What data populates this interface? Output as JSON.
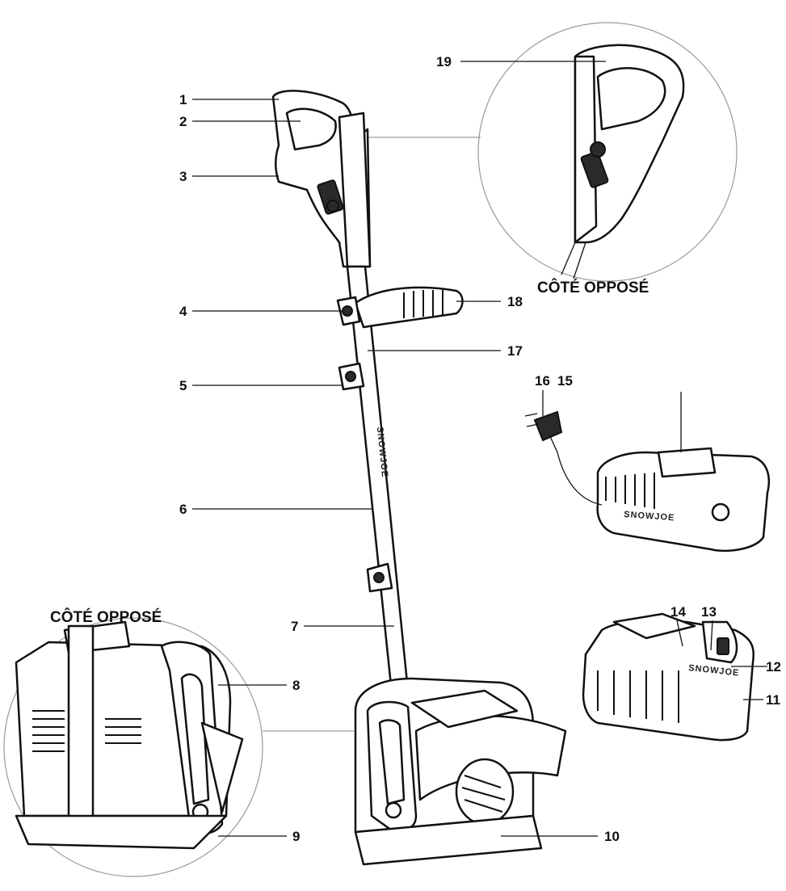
{
  "side_labels": {
    "top_detail": "CÔTÉ OPPOSÉ",
    "bottom_detail": "CÔTÉ OPPOSÉ"
  },
  "brand": {
    "shaft": "SNOWJOE",
    "charger": "SNOWJOE",
    "battery": "SNOWJOE"
  },
  "callouts": [
    {
      "id": "1",
      "label": "1"
    },
    {
      "id": "2",
      "label": "2"
    },
    {
      "id": "3",
      "label": "3"
    },
    {
      "id": "4",
      "label": "4"
    },
    {
      "id": "5",
      "label": "5"
    },
    {
      "id": "6",
      "label": "6"
    },
    {
      "id": "7",
      "label": "7"
    },
    {
      "id": "8",
      "label": "8"
    },
    {
      "id": "9",
      "label": "9"
    },
    {
      "id": "10",
      "label": "10"
    },
    {
      "id": "11",
      "label": "11"
    },
    {
      "id": "12",
      "label": "12"
    },
    {
      "id": "13",
      "label": "13"
    },
    {
      "id": "14",
      "label": "14"
    },
    {
      "id": "15",
      "label": "15"
    },
    {
      "id": "16",
      "label": "16"
    },
    {
      "id": "17",
      "label": "17"
    },
    {
      "id": "18",
      "label": "18"
    },
    {
      "id": "19",
      "label": "19"
    }
  ]
}
